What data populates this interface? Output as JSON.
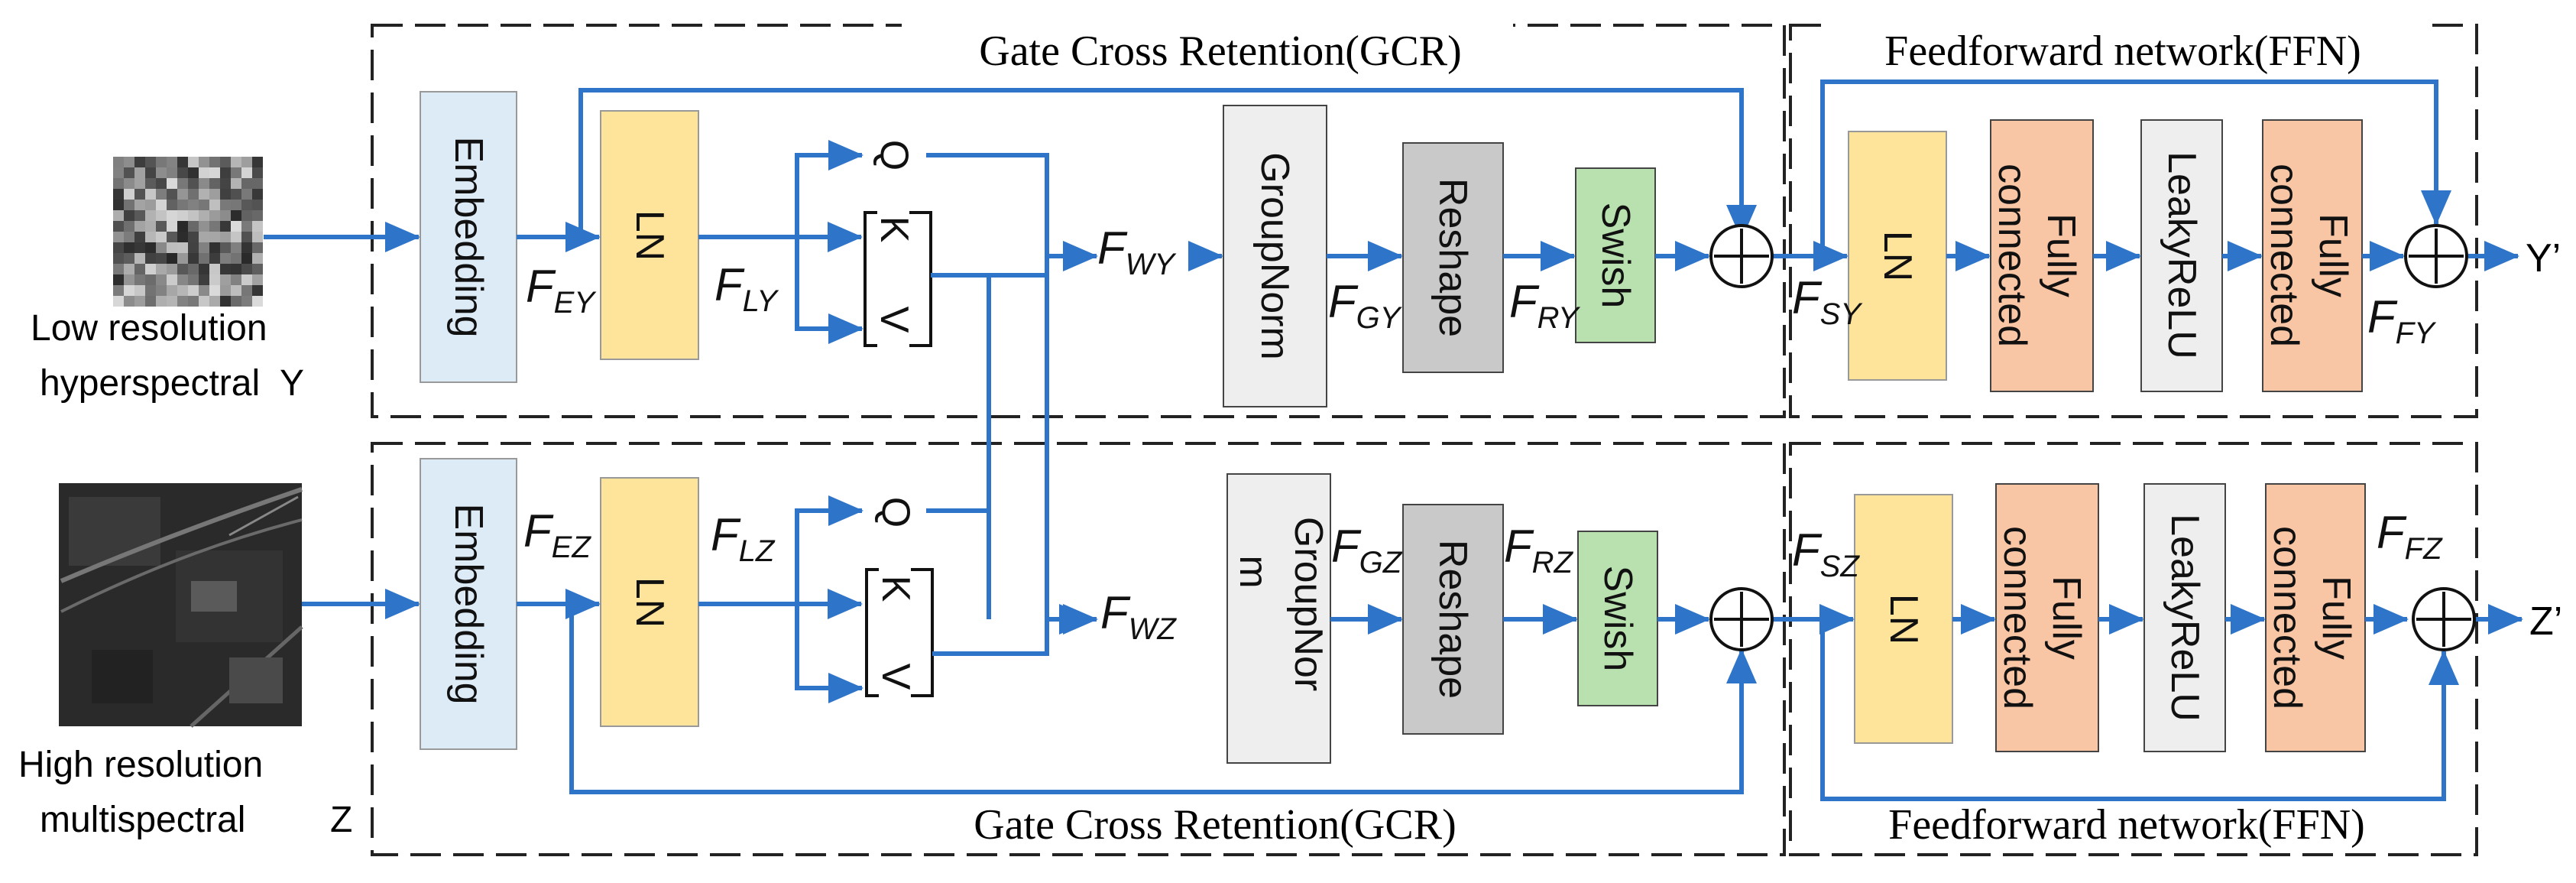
{
  "inputs": {
    "top": {
      "line1": "Low resolution",
      "line2": "hyperspectral  Y"
    },
    "bottom": {
      "line1": "High resolution",
      "line2": "multispectral",
      "symbol": "Z"
    }
  },
  "regions": {
    "gcr_top_title": "Gate Cross Retention(GCR)",
    "gcr_bottom_title": "Gate Cross Retention(GCR)",
    "ffn_top_title": "Feedforward network(FFN)",
    "ffn_bottom_title": "Feedforward network(FFN)"
  },
  "blocks": {
    "embedding": "Embedding",
    "ln": "LN",
    "groupnorm_top": "GroupNorm",
    "groupnorm_bottom_1": "GroupNor",
    "groupnorm_bottom_2": "m",
    "reshape": "Reshape",
    "swish": "Swish",
    "fully": "Fully",
    "connected": "connected",
    "leakyrelu": "LeakyReLU"
  },
  "qkv": {
    "q": "Q",
    "k": "K",
    "v": "V"
  },
  "features": {
    "top": {
      "ey": "EY",
      "ly": "LY",
      "wy": "WY",
      "gy": "GY",
      "ry": "RY",
      "sy": "SY",
      "fy": "FY"
    },
    "bottom": {
      "ez": "EZ",
      "lz": "LZ",
      "wz": "WZ",
      "gz": "GZ",
      "rz": "RZ",
      "sz": "SZ",
      "fz": "FZ"
    },
    "f": "F"
  },
  "outputs": {
    "top": "Y’",
    "bottom": "Z’"
  },
  "colors": {
    "arrow": "#2e75c9",
    "embedding": "#ddebf7",
    "ln": "#fde49a",
    "groupnorm": "#eeeeee",
    "reshape": "#c9c9c9",
    "swish": "#b9e1af",
    "fc": "#f8c5a5",
    "leakyrelu": "#eeeeee"
  }
}
